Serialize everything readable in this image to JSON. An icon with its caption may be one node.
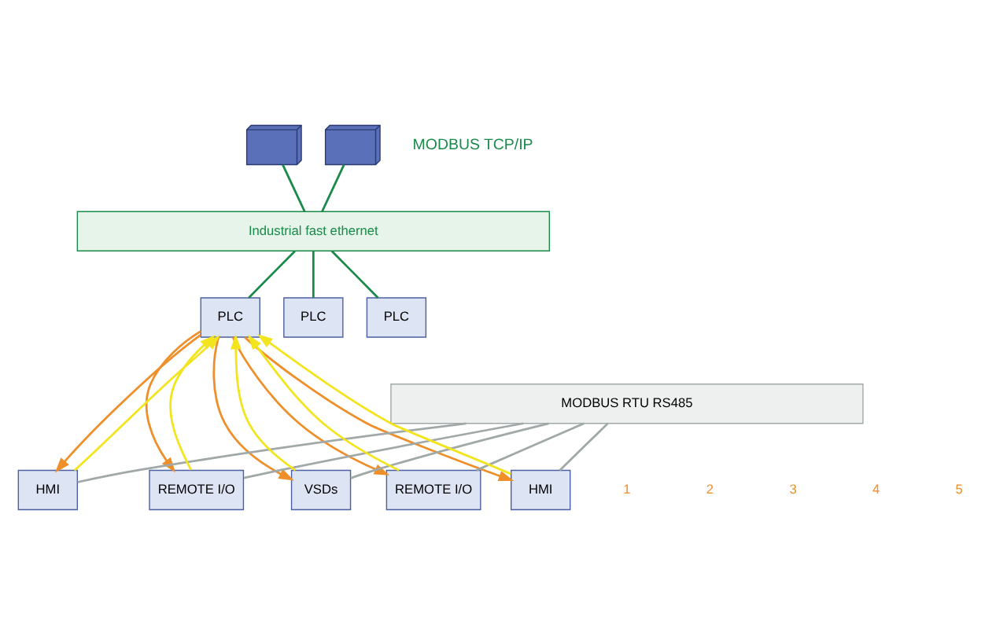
{
  "diagram": {
    "nodes": [
      {
        "text": [],
        "shape": "picture"
      },
      {
        "text": [],
        "shape": "picture"
      },
      {
        "text": [
          "Industrial fast ethernet"
        ]
      },
      {
        "text": [
          "PLC"
        ]
      },
      {
        "text": [
          "PLC"
        ]
      },
      {
        "text": [
          "PLC"
        ]
      },
      {
        "text": [
          "MODBUS RTU RS485"
        ]
      },
      {
        "text": [
          "HMI"
        ]
      },
      {
        "text": [
          "REMOTE I/O"
        ]
      },
      {
        "text": [
          "VSDs"
        ]
      },
      {
        "text": [
          "REMOTE I/O"
        ]
      },
      {
        "text": [
          "HMI"
        ]
      }
    ],
    "edges": [
      {
        "from": 0,
        "to": 2,
        "arrow": "none",
        "color": "#1a8a4a"
      },
      {
        "from": 1,
        "to": 2,
        "arrow": "none",
        "color": "#1a8a4a"
      },
      {
        "from": 2,
        "to": 3,
        "arrow": "none",
        "color": "#1a8a4a"
      },
      {
        "from": 2,
        "to": 4,
        "arrow": "none",
        "color": "#1a8a4a"
      },
      {
        "from": 2,
        "to": 5,
        "arrow": "none",
        "color": "#1a8a4a"
      },
      {
        "from": 6,
        "to": 7,
        "arrow": "none",
        "color": "#a0a8a8"
      },
      {
        "from": 6,
        "to": 8,
        "arrow": "none",
        "color": "#a0a8a8"
      },
      {
        "from": 6,
        "to": 9,
        "arrow": "none",
        "color": "#a0a8a8"
      },
      {
        "from": 6,
        "to": 10,
        "arrow": "none",
        "color": "#a0a8a8"
      },
      {
        "from": 6,
        "to": 11,
        "arrow": "none",
        "color": "#a0a8a8"
      },
      {
        "from": 7,
        "to": 3,
        "arrow": "to",
        "color": "#f2e41e"
      },
      {
        "from": 3,
        "to": 7,
        "arrow": "to",
        "color": "#ee8f2a"
      },
      {
        "from": 8,
        "to": 3,
        "arrow": "to",
        "color": "#f2e41e"
      },
      {
        "from": 3,
        "to": 8,
        "arrow": "to",
        "color": "#ee8f2a"
      },
      {
        "from": 9,
        "to": 3,
        "arrow": "to",
        "color": "#f2e41e"
      },
      {
        "from": 3,
        "to": 9,
        "arrow": "to",
        "color": "#ee8f2a"
      },
      {
        "from": 10,
        "to": 3,
        "arrow": "to",
        "color": "#f2e41e"
      },
      {
        "from": 3,
        "to": 10,
        "arrow": "to",
        "color": "#ee8f2a"
      },
      {
        "from": 11,
        "to": 3,
        "arrow": "to",
        "color": "#f2e41e"
      },
      {
        "from": 3,
        "to": 11,
        "arrow": "to",
        "color": "#ee8f2a"
      }
    ],
    "labels": [
      "MODBUS TCP/IP",
      "1",
      "2",
      "3",
      "4",
      "5"
    ]
  }
}
